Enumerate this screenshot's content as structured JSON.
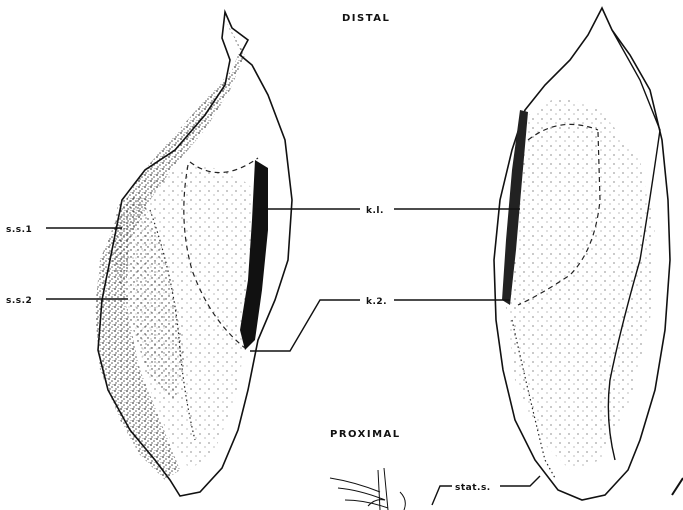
{
  "figure": {
    "label_distal": "DISTAL",
    "label_proximal": "PROXIMAL",
    "labels": {
      "ss1": "s.s.1",
      "ss2": "s.s.2",
      "k1": "k.l.",
      "k2": "k.2.",
      "stat": "stat.s."
    }
  }
}
